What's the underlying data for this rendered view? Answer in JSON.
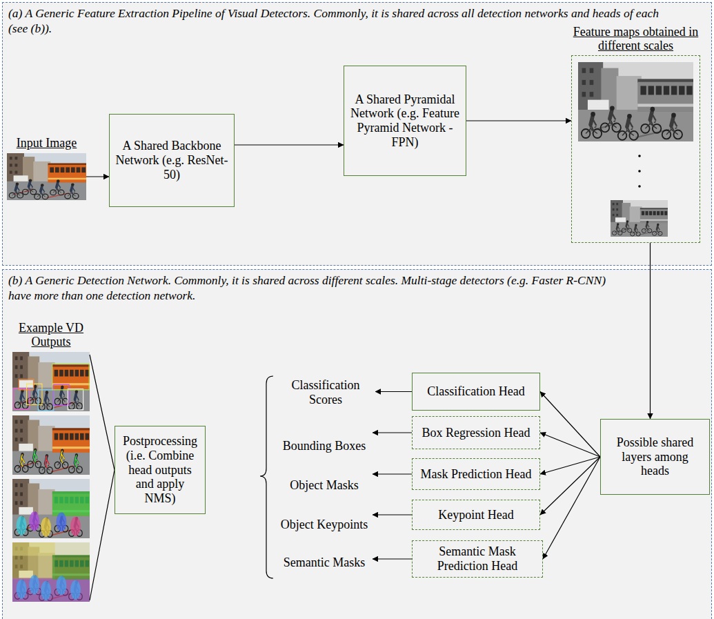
{
  "diagram": {
    "nodes": [
      {
        "text": [
          "(a) A Generic Feature Extraction Pipeline of Visual Detectors. Commonly, it is shared across all detection networks and heads of each (see (b))."
        ]
      },
      {
        "text": [
          "Input Image"
        ],
        "in": 0
      },
      {
        "text": [
          "A Shared Backbone Network (e.g. ResNet-50)"
        ],
        "in": 0
      },
      {
        "text": [
          "A Shared Pyramidal Network (e.g. Feature Pyramid Network - FPN)"
        ],
        "in": 0
      },
      {
        "text": [
          "Feature maps obtained in different scales"
        ],
        "in": 0
      },
      {
        "text": [
          "(b) A Generic Detection Network. Commonly, it is shared across different scales. Multi-stage detectors (e.g. Faster R-CNN) have more than one detection network."
        ]
      },
      {
        "text": [
          "Example VD Outputs"
        ],
        "in": 5
      },
      {
        "text": [
          "Postprocessing (i.e. Combine head outputs and apply NMS)"
        ],
        "in": 5
      },
      {
        "text": [
          "Classification Scores"
        ],
        "in": 5
      },
      {
        "text": [
          "Classification Head"
        ],
        "in": 5
      },
      {
        "text": [
          "Bounding Boxes"
        ],
        "in": 5
      },
      {
        "text": [
          "Box Regression Head"
        ],
        "in": 5
      },
      {
        "text": [
          "Object Masks"
        ],
        "in": 5
      },
      {
        "text": [
          "Mask Prediction Head"
        ],
        "in": 5
      },
      {
        "text": [
          "Object Keypoints"
        ],
        "in": 5
      },
      {
        "text": [
          "Keypoint Head"
        ],
        "in": 5
      },
      {
        "text": [
          "Semantic Masks"
        ],
        "in": 5
      },
      {
        "text": [
          "Semantic Mask Prediction Head"
        ],
        "in": 5
      },
      {
        "text": [
          "Possible shared layers among heads"
        ],
        "in": 5
      }
    ],
    "edges": [
      {
        "from": 1,
        "to": 2,
        "arrow": "to"
      },
      {
        "from": 2,
        "to": 3,
        "arrow": "to"
      },
      {
        "from": 3,
        "to": 4,
        "arrow": "to"
      },
      {
        "from": 4,
        "to": 18,
        "arrow": "to"
      },
      {
        "from": 18,
        "to": 9,
        "arrow": "to"
      },
      {
        "from": 18,
        "to": 11,
        "arrow": "to"
      },
      {
        "from": 18,
        "to": 13,
        "arrow": "to"
      },
      {
        "from": 18,
        "to": 15,
        "arrow": "to"
      },
      {
        "from": 18,
        "to": 17,
        "arrow": "to"
      },
      {
        "from": 9,
        "to": 8,
        "arrow": "to"
      },
      {
        "from": 11,
        "to": 10,
        "arrow": "to"
      },
      {
        "from": 13,
        "to": 12,
        "arrow": "to"
      },
      {
        "from": 15,
        "to": 14,
        "arrow": "to"
      },
      {
        "from": 17,
        "to": 16,
        "arrow": "to"
      },
      {
        "from": 7,
        "to": 6,
        "arrow": "none"
      }
    ]
  }
}
